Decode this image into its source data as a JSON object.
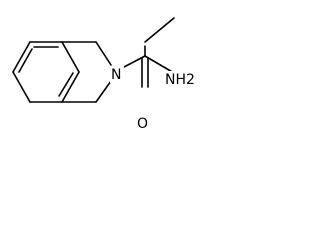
{
  "molecule": {
    "bond_color": "#000000",
    "background": "#ffffff",
    "atoms": {
      "amine": "NH2",
      "ring_nitrogen": "N",
      "carbonyl_oxygen": "O"
    }
  }
}
